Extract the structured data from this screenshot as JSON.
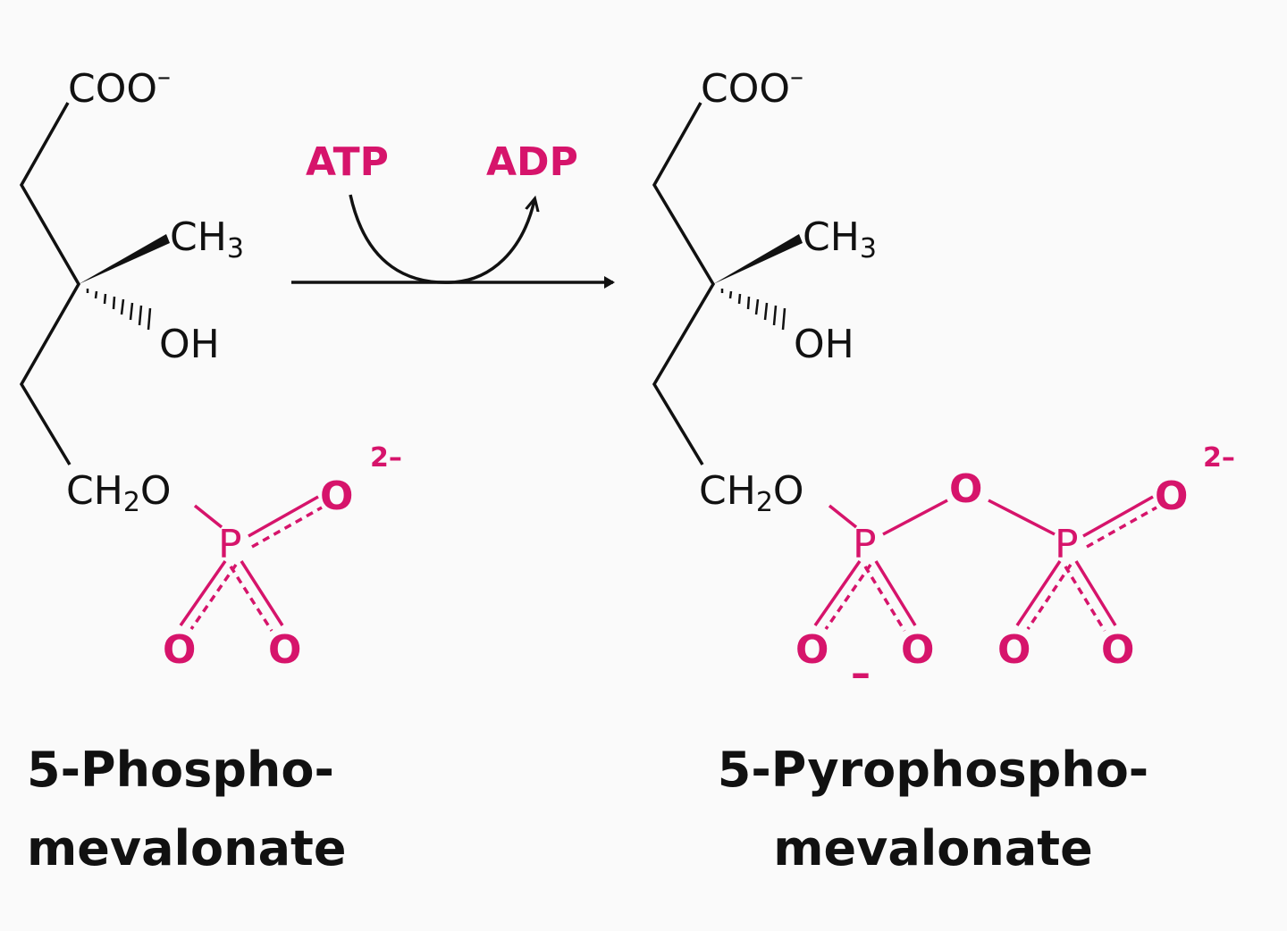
{
  "colors": {
    "black": "#111111",
    "magenta": "#d6146b",
    "background": "#fafafa"
  },
  "reaction": {
    "reactant": {
      "carboxylate": "COO",
      "carboxylate_charge": "–",
      "methyl": "CH",
      "methyl_sub": "3",
      "hydroxyl": "OH",
      "ch2o": "CH",
      "ch2o_sub": "2",
      "ch2o_o": "O",
      "phosphorus": "P",
      "oxygen": "O",
      "charge": "2–",
      "name_line1": "5-Phospho-",
      "name_line2": "mevalonate"
    },
    "cofactor_in": "ATP",
    "cofactor_out": "ADP",
    "product": {
      "carboxylate": "COO",
      "carboxylate_charge": "–",
      "methyl": "CH",
      "methyl_sub": "3",
      "hydroxyl": "OH",
      "ch2o": "CH",
      "ch2o_sub": "2",
      "ch2o_o": "O",
      "phosphorus": "P",
      "oxygen": "O",
      "bridge_oxygen": "O",
      "minus": "–",
      "charge": "2–",
      "name_line1": "5-Pyrophospho-",
      "name_line2": "mevalonate"
    }
  }
}
